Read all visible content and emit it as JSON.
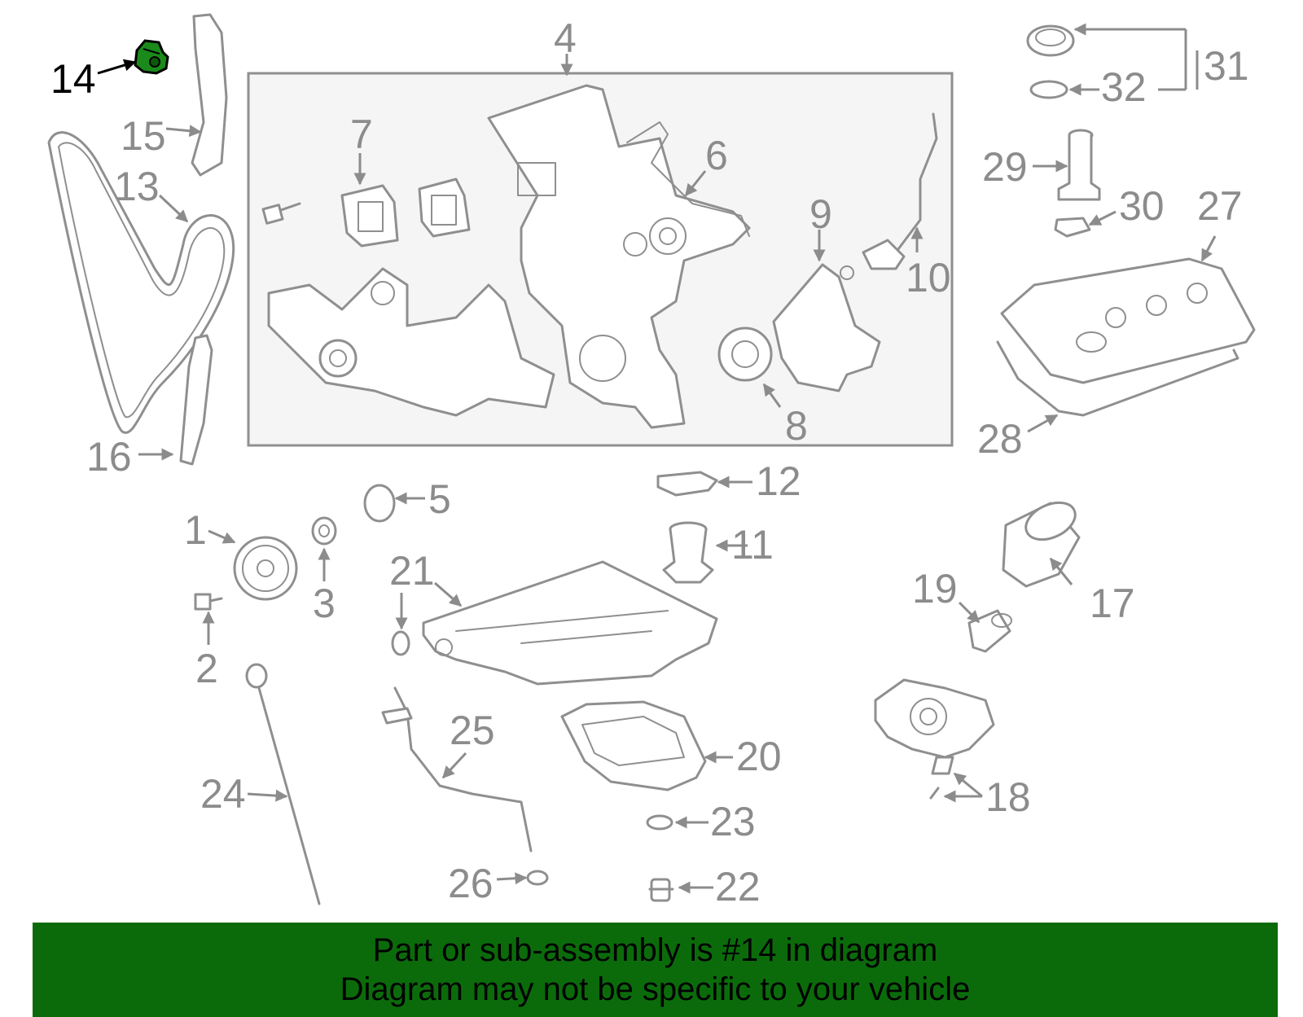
{
  "colors": {
    "part_stroke": "#8f8f8f",
    "highlight": "#1a8a1a",
    "banner_bg": "#0b6b0b",
    "box_bg": "#f5f5f5"
  },
  "highlighted_part": "14",
  "callouts": [
    {
      "n": "1"
    },
    {
      "n": "2"
    },
    {
      "n": "3"
    },
    {
      "n": "4"
    },
    {
      "n": "5"
    },
    {
      "n": "6"
    },
    {
      "n": "7"
    },
    {
      "n": "8"
    },
    {
      "n": "9"
    },
    {
      "n": "10"
    },
    {
      "n": "11"
    },
    {
      "n": "12"
    },
    {
      "n": "13"
    },
    {
      "n": "14"
    },
    {
      "n": "15"
    },
    {
      "n": "16"
    },
    {
      "n": "17"
    },
    {
      "n": "18"
    },
    {
      "n": "19"
    },
    {
      "n": "20"
    },
    {
      "n": "21"
    },
    {
      "n": "22"
    },
    {
      "n": "23"
    },
    {
      "n": "24"
    },
    {
      "n": "25"
    },
    {
      "n": "26"
    },
    {
      "n": "27"
    },
    {
      "n": "28"
    },
    {
      "n": "29"
    },
    {
      "n": "30"
    },
    {
      "n": "31"
    },
    {
      "n": "32"
    }
  ],
  "banner": {
    "line1": "Part or sub-assembly is #14 in diagram",
    "line2": "Diagram may not be specific to your vehicle"
  }
}
